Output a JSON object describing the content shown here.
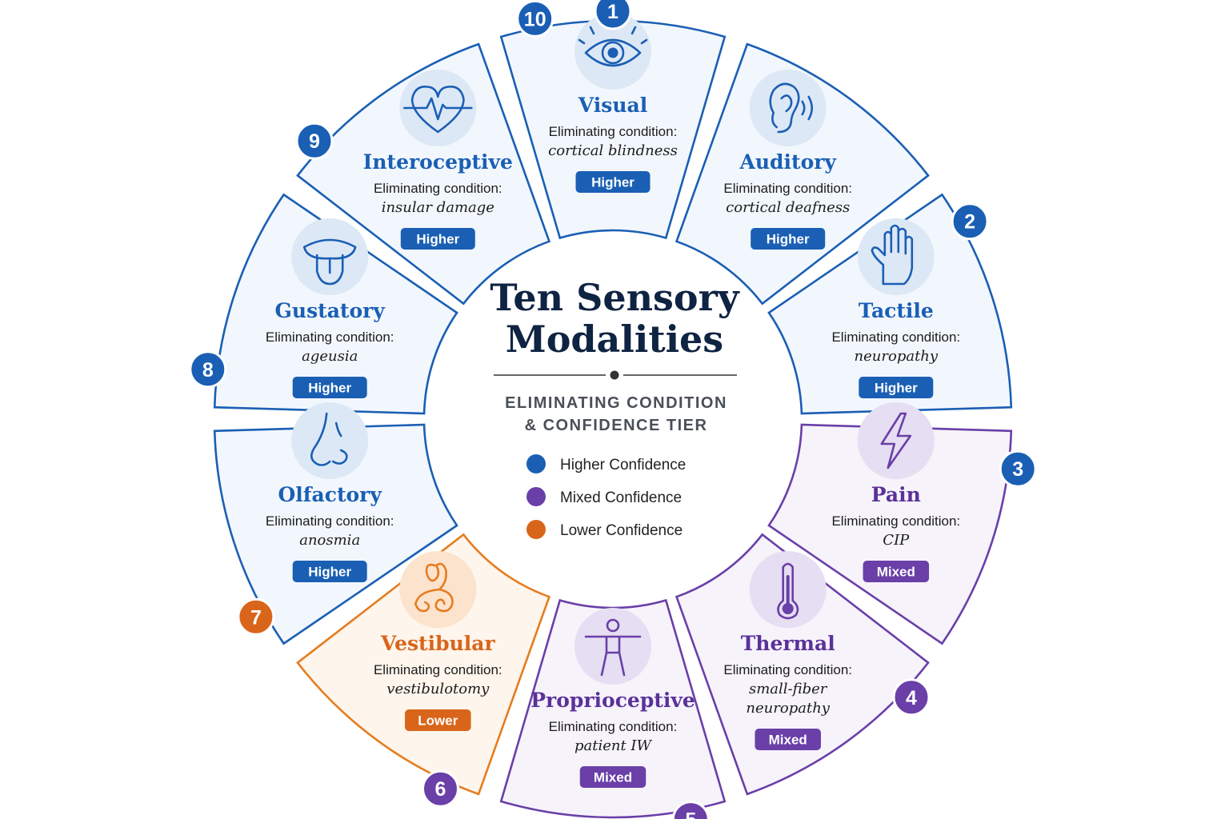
{
  "title": {
    "line1": "Ten Sensory",
    "line2": "Modalities"
  },
  "subtitle": {
    "line1": "ELIMINATING CONDITION",
    "line2": "& CONFIDENCE TIER"
  },
  "legend": [
    {
      "tier": "higher",
      "label": "Higher Confidence"
    },
    {
      "tier": "mixed",
      "label": "Mixed Confidence"
    },
    {
      "tier": "lower",
      "label": "Lower Confidence"
    }
  ],
  "tiers": {
    "higher": {
      "stroke": "#1a5fb4",
      "fill": "#f2f7fd",
      "text": "#1a5fb4",
      "badge": "#1a5fb4",
      "circle": "#dde8f6",
      "num": "#1a5fb4"
    },
    "mixed": {
      "stroke": "#6a3fa8",
      "fill": "#f6f3fb",
      "text": "#5b3199",
      "badge": "#6a3fa8",
      "circle": "#e6def2",
      "num": "#6a3fa8"
    },
    "lower": {
      "stroke": "#e57c1f",
      "fill": "#fef5ec",
      "text": "#d9651a",
      "badge": "#d9651a",
      "circle": "#fbe3cd",
      "num": "#d9651a"
    }
  },
  "modalities": [
    {
      "number": "1",
      "name": "Visual",
      "condition_label": "Eliminating condition:",
      "condition": [
        "cortical blindness"
      ],
      "tier": "higher",
      "badge": "Higher",
      "icon": "eye-icon"
    },
    {
      "number": "2",
      "name": "Auditory",
      "condition_label": "Eliminating condition:",
      "condition": [
        "cortical deafness"
      ],
      "tier": "higher",
      "badge": "Higher",
      "icon": "ear-icon"
    },
    {
      "number": "3",
      "name": "Tactile",
      "condition_label": "Eliminating condition:",
      "condition": [
        "neuropathy"
      ],
      "tier": "higher",
      "badge": "Higher",
      "icon": "hand-icon"
    },
    {
      "number": "4",
      "name": "Pain",
      "condition_label": "Eliminating condition:",
      "condition": [
        "CIP"
      ],
      "tier": "mixed",
      "badge": "Mixed",
      "icon": "lightning-icon"
    },
    {
      "number": "5",
      "name": "Thermal",
      "condition_label": "Eliminating condition:",
      "condition": [
        "small-fiber",
        "neuropathy"
      ],
      "tier": "mixed",
      "badge": "Mixed",
      "icon": "thermometer-icon"
    },
    {
      "number": "6",
      "name": "Proprioceptive",
      "condition_label": "Eliminating condition:",
      "condition": [
        "patient IW"
      ],
      "tier": "mixed",
      "badge": "Mixed",
      "icon": "body-icon"
    },
    {
      "number": "7",
      "name": "Vestibular",
      "condition_label": "Eliminating condition:",
      "condition": [
        "vestibulotomy"
      ],
      "tier": "lower",
      "badge": "Lower",
      "icon": "inner-ear-icon"
    },
    {
      "number": "8",
      "name": "Olfactory",
      "condition_label": "Eliminating condition:",
      "condition": [
        "anosmia"
      ],
      "tier": "higher",
      "badge": "Higher",
      "icon": "nose-icon"
    },
    {
      "number": "9",
      "name": "Gustatory",
      "condition_label": "Eliminating condition:",
      "condition": [
        "ageusia"
      ],
      "tier": "higher",
      "badge": "Higher",
      "icon": "tongue-icon"
    },
    {
      "number": "10",
      "name": "Interoceptive",
      "condition_label": "Eliminating condition:",
      "condition": [
        "insular damage"
      ],
      "tier": "higher",
      "badge": "Higher",
      "icon": "heart-icon"
    }
  ]
}
